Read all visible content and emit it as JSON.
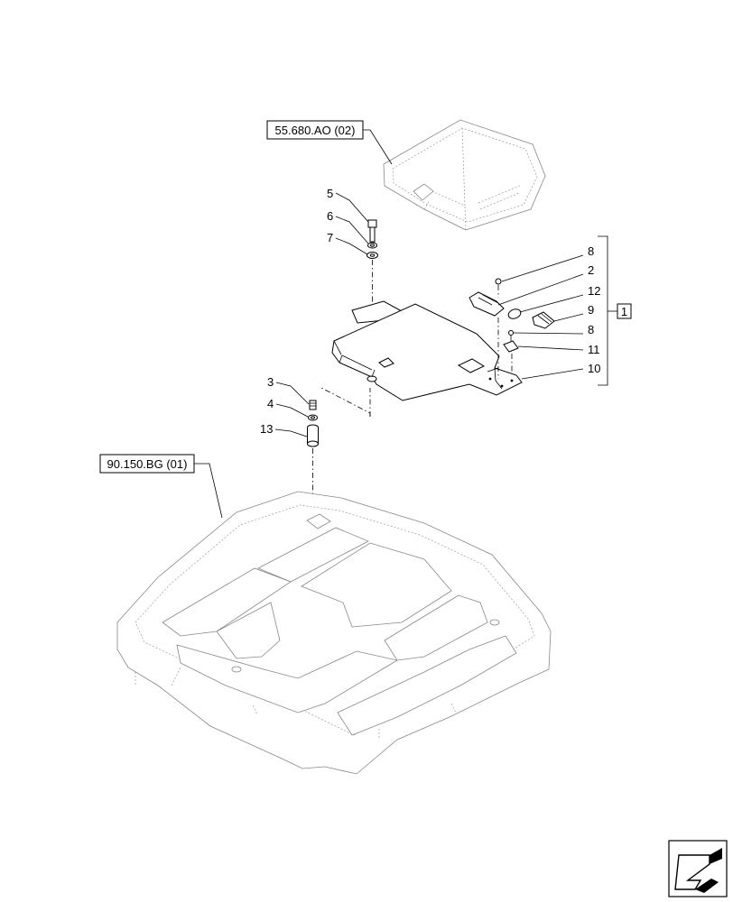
{
  "references": {
    "top_ref": "55.680.AO (02)",
    "bottom_ref": "90.150.BG (01)"
  },
  "group_label": "1",
  "callouts": {
    "c5": "5",
    "c6": "6",
    "c7": "7",
    "c3": "3",
    "c4": "4",
    "c13": "13",
    "c8a": "8",
    "c2": "2",
    "c12": "12",
    "c9": "9",
    "c8b": "8",
    "c11": "11",
    "c10": "10"
  },
  "icons": {
    "nav": "arrow-down-left-icon"
  }
}
